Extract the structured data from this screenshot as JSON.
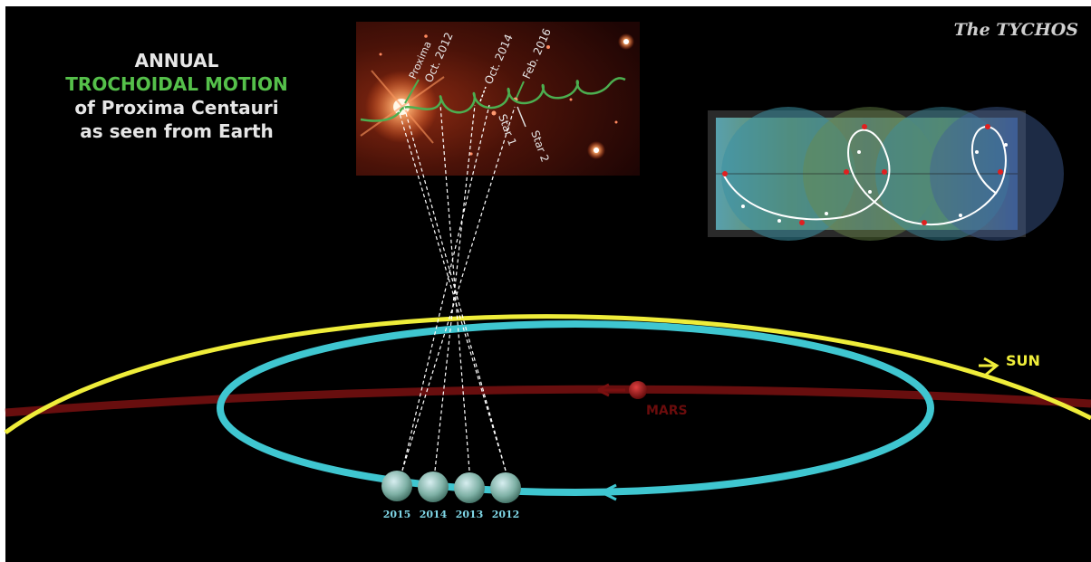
{
  "credit": "The TYCHOS",
  "title": {
    "line1": "ANNUAL",
    "line2": "TROCHOIDAL MOTION",
    "line3": "of Proxima Centauri",
    "line4": "as seen from Earth"
  },
  "photo_labels": {
    "proxima": "Proxima",
    "oct2012": "Oct. 2012",
    "oct2014": "Oct. 2014",
    "feb2016": "Feb. 2016",
    "star1": "Star 1",
    "star2": "Star 2"
  },
  "orbit_labels": {
    "sun": "SUN",
    "mars": "MARS"
  },
  "earth_years": [
    "2015",
    "2014",
    "2013",
    "2012"
  ],
  "colors": {
    "sun_orbit": "#f0ee3c",
    "earth_orbit": "#3fc6d0",
    "mars_orbit": "#8a1010",
    "trochoid": "#4caf50",
    "title_green": "#55c04a"
  }
}
